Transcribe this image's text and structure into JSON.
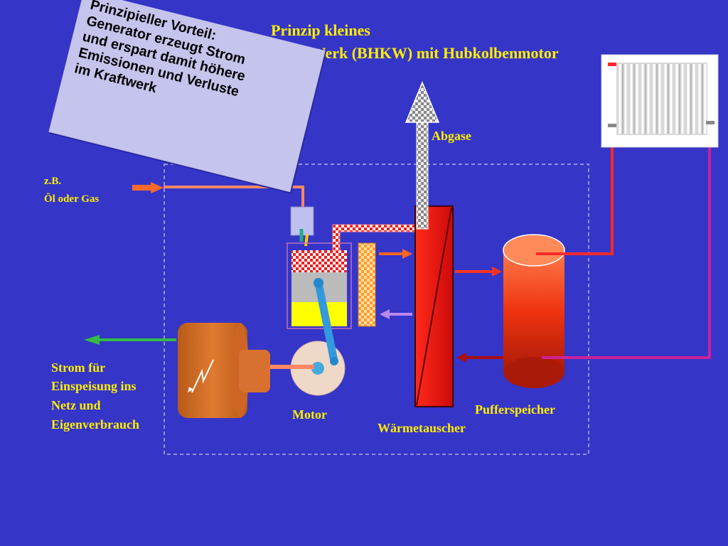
{
  "title": {
    "line1": "Prinzip kleines",
    "line2": "Blockheizkraft-Werk (BHKW) mit Hubkolbenmotor"
  },
  "callout": {
    "text": "Prinzipieller Vorteil:\nGenerator erzeugt Strom\nund erspart damit höhere\nEmissionen und Verluste\nim Kraftwerk"
  },
  "labels": {
    "fuel_line1": "z.B.",
    "fuel_line2": "Öl oder Gas",
    "exhaust": "Abgase",
    "power_line1": "Strom für",
    "power_line2": "Einspeisung ins",
    "power_line3": "Netz und",
    "power_line4": "Eigenverbrauch",
    "motor": "Motor",
    "heat_exchanger": "Wärmetauscher",
    "buffer_tank": "Pufferspeicher"
  },
  "colors": {
    "background": "#3535c8",
    "label_text": "#ffee00",
    "callout_bg": "#c4c4ec",
    "heat_exchanger": "#ee1a10",
    "buffer_tank": "#ff4a1a",
    "generator": "#cc6622",
    "electricity_arrow": "#33bb44",
    "hot_pipe": "#ff2a2a",
    "return_pipe": "#cc2299",
    "fuel_pipe": "#ff8866"
  }
}
